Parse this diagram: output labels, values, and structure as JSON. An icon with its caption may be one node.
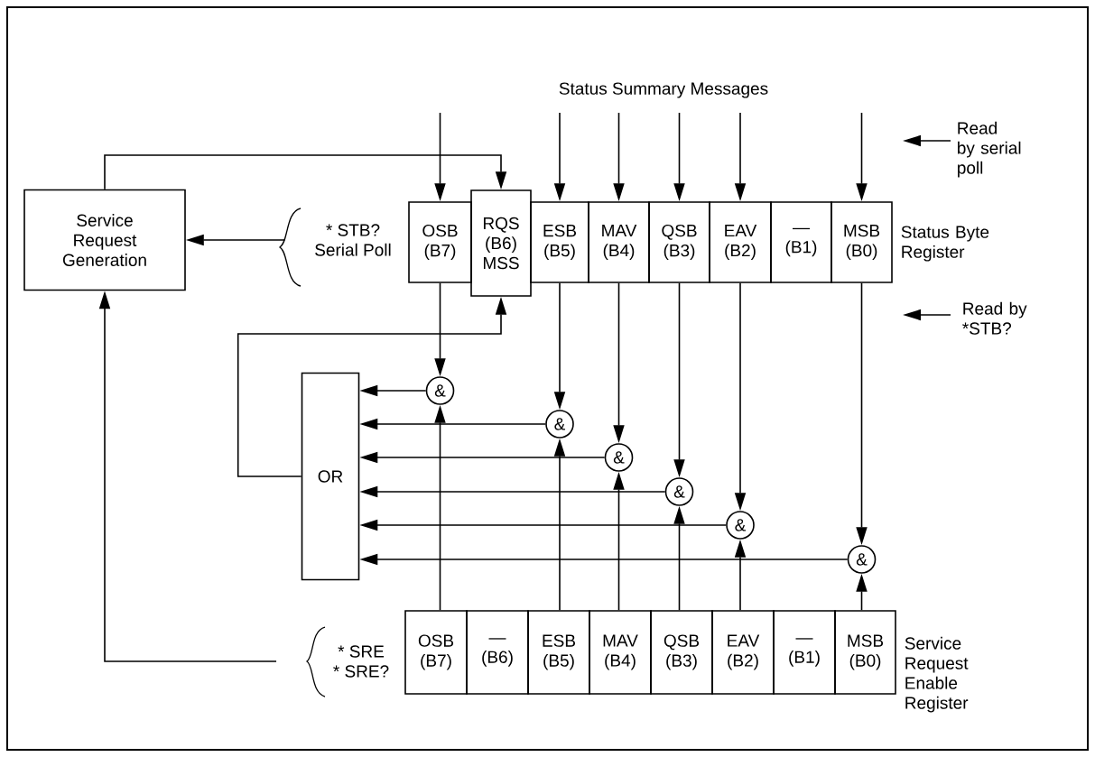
{
  "diagram": {
    "nodes": [
      {
        "text": [
          "Service Request Generation"
        ]
      },
      {
        "text": [
          "* STB?",
          "Serial Poll"
        ]
      },
      {
        "text": [
          "OSB",
          "(B7)"
        ]
      },
      {
        "text": [
          "RQS",
          "(B6)",
          "MSS"
        ]
      },
      {
        "text": [
          "ESB",
          "(B5)"
        ]
      },
      {
        "text": [
          "MAV",
          "(B4)"
        ]
      },
      {
        "text": [
          "QSB",
          "(B3)"
        ]
      },
      {
        "text": [
          "EAV",
          "(B2)"
        ]
      },
      {
        "text": [
          "—",
          "(B1)"
        ]
      },
      {
        "text": [
          "MSB",
          "(B0)"
        ]
      },
      {
        "text": [
          "&"
        ]
      },
      {
        "text": [
          "&"
        ]
      },
      {
        "text": [
          "&"
        ]
      },
      {
        "text": [
          "&"
        ]
      },
      {
        "text": [
          "&"
        ]
      },
      {
        "text": [
          "&"
        ]
      },
      {
        "text": [
          "OR"
        ]
      },
      {
        "text": [
          "OSB",
          "(B7)"
        ]
      },
      {
        "text": [
          "—",
          "(B6)"
        ]
      },
      {
        "text": [
          "ESB",
          "(B5)"
        ]
      },
      {
        "text": [
          "MAV",
          "(B4)"
        ]
      },
      {
        "text": [
          "QSB",
          "(B3)"
        ]
      },
      {
        "text": [
          "EAV",
          "(B2)"
        ]
      },
      {
        "text": [
          "—",
          "(B1)"
        ]
      },
      {
        "text": [
          "MSB",
          "(B0)"
        ]
      },
      {
        "text": [
          "* SRE",
          "* SRE?"
        ]
      }
    ],
    "edges": [
      {
        "from": 1,
        "to": 0,
        "arrow": "to"
      },
      {
        "from": 0,
        "to": 3,
        "arrow": "to"
      },
      {
        "from": null,
        "to": 2,
        "arrow": "to"
      },
      {
        "from": null,
        "to": 4,
        "arrow": "to"
      },
      {
        "from": null,
        "to": 5,
        "arrow": "to"
      },
      {
        "from": null,
        "to": 6,
        "arrow": "to"
      },
      {
        "from": null,
        "to": 7,
        "arrow": "to"
      },
      {
        "from": null,
        "to": 9,
        "arrow": "to"
      },
      {
        "from": 2,
        "to": 10,
        "arrow": "to"
      },
      {
        "from": 4,
        "to": 11,
        "arrow": "to"
      },
      {
        "from": 5,
        "to": 12,
        "arrow": "to"
      },
      {
        "from": 6,
        "to": 13,
        "arrow": "to"
      },
      {
        "from": 7,
        "to": 14,
        "arrow": "to"
      },
      {
        "from": 9,
        "to": 15,
        "arrow": "to"
      },
      {
        "from": 10,
        "to": 16,
        "arrow": "to"
      },
      {
        "from": 11,
        "to": 16,
        "arrow": "to"
      },
      {
        "from": 12,
        "to": 16,
        "arrow": "to"
      },
      {
        "from": 13,
        "to": 16,
        "arrow": "to"
      },
      {
        "from": 14,
        "to": 16,
        "arrow": "to"
      },
      {
        "from": 15,
        "to": 16,
        "arrow": "to"
      },
      {
        "from": 16,
        "to": 3,
        "arrow": "to"
      },
      {
        "from": 17,
        "to": 10,
        "arrow": "to"
      },
      {
        "from": 19,
        "to": 11,
        "arrow": "to"
      },
      {
        "from": 20,
        "to": 12,
        "arrow": "to"
      },
      {
        "from": 21,
        "to": 13,
        "arrow": "to"
      },
      {
        "from": 22,
        "to": 14,
        "arrow": "to"
      },
      {
        "from": 24,
        "to": 15,
        "arrow": "to"
      },
      {
        "from": 25,
        "to": 0,
        "arrow": "to"
      }
    ],
    "labels": [
      "Status Summary Messages",
      "Read by serial poll",
      "Status Byte Register",
      "Read by *STB?",
      "Service Request Enable Register"
    ]
  }
}
